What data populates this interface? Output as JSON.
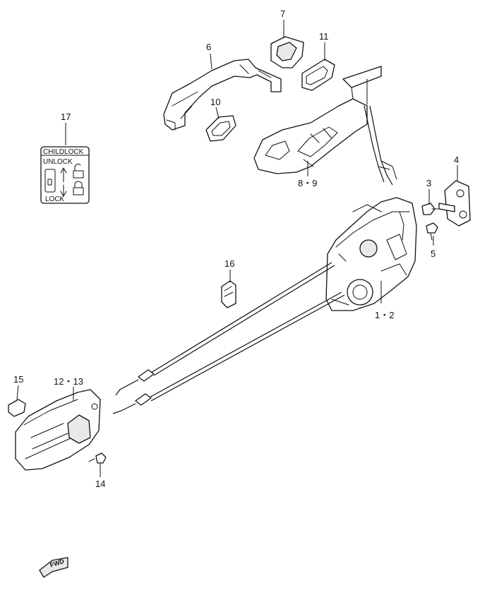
{
  "callouts": {
    "p1_2": "1・2",
    "p3": "3",
    "p4": "4",
    "p5": "5",
    "p6": "6",
    "p7": "7",
    "p8_9": "8・9",
    "p10": "10",
    "p11": "11",
    "p12_13": "12・13",
    "p14": "14",
    "p15": "15",
    "p16": "16",
    "p17": "17"
  },
  "child_lock_label": {
    "title": "CHILDLOCK",
    "unlock": "UNLOCK",
    "lock": "LOCK"
  },
  "direction_badge": "FWD"
}
